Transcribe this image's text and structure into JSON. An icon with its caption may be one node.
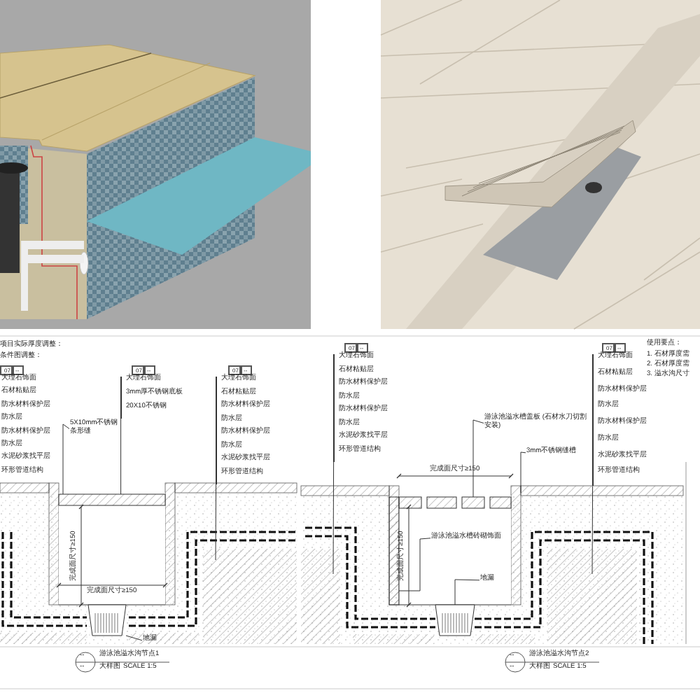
{
  "diagram": {
    "nodes": [
      {
        "text": [
          "大理石饰面",
          "石材粘贴层",
          "防水材料保护层",
          "防水层",
          "防水材料保护层",
          "防水层",
          "水泥砂浆找平层",
          "环形管道结构"
        ]
      },
      {
        "text": [
          "大理石饰面",
          "3mm厚不锈钢底板",
          "20X10不锈钢"
        ]
      },
      {
        "text": [
          "5X10mm不锈钢条形缝"
        ]
      },
      {
        "text": [
          "大理石饰面",
          "石材粘贴层",
          "防水材料保护层",
          "防水层",
          "防水材料保护层",
          "防水层",
          "水泥砂浆找平层",
          "环形管道结构"
        ]
      },
      {
        "text": [
          "大理石饰面",
          "石材粘贴层",
          "防水材料保护层",
          "防水层",
          "防水材料保护层",
          "防水层",
          "水泥砂浆找平层",
          "环形管道结构"
        ]
      },
      {
        "text": [
          "游泳池溢水槽盖板 (石材水刀切割安装)"
        ]
      },
      {
        "text": [
          "3mm不锈钢缝槽"
        ]
      },
      {
        "text": [
          "大理石饰面",
          "石材粘贴层",
          "防水材料保护层",
          "防水层",
          "防水材料保护层",
          "防水层",
          "水泥砂浆找平层",
          "环形管道结构"
        ]
      },
      {
        "text": [
          "游泳池溢水槽砖砌饰面"
        ]
      },
      {
        "text": [
          "地漏"
        ]
      },
      {
        "text": [
          "地漏"
        ]
      },
      {
        "text": [],
        "shape": "bar"
      },
      {
        "text": [],
        "shape": "bar"
      },
      {
        "text": [],
        "shape": "box"
      },
      {
        "text": [],
        "shape": "box"
      },
      {
        "text": [],
        "shape": "bar"
      }
    ],
    "edges": [
      {
        "from": 1,
        "to": 11,
        "arrow": "none"
      },
      {
        "from": 2,
        "to": 11,
        "arrow": "none"
      },
      {
        "from": 3,
        "to": null,
        "arrow": "none"
      },
      {
        "from": 4,
        "to": null,
        "arrow": "none"
      },
      {
        "from": 5,
        "to": 15,
        "arrow": "none"
      },
      {
        "from": 6,
        "to": null,
        "arrow": "none"
      },
      {
        "from": 7,
        "to": null,
        "arrow": "none"
      },
      {
        "from": 8,
        "to": 12,
        "arrow": "none"
      },
      {
        "from": 9,
        "to": 13,
        "arrow": "none"
      },
      {
        "from": 10,
        "to": 14,
        "arrow": "none"
      }
    ],
    "labels": [
      "项目实际厚度调整：",
      "条件图调整：",
      "07",
      "--",
      "07",
      "--",
      "07",
      "--",
      "07",
      "--",
      "使用要点：",
      "1. 石材厚度需",
      "2. 石材厚度需",
      "3. 溢水沟尺寸",
      "07",
      "--",
      "完成面尺寸≥150",
      "完成面尺寸≥150",
      "完成面尺寸≥150",
      "完成面尺寸≥150",
      "--",
      "--",
      "游泳池溢水沟节点1",
      "大样图",
      "SCALE 1:5",
      "--",
      "--",
      "游泳池溢水沟节点2",
      "大样图",
      "SCALE 1:5"
    ]
  }
}
